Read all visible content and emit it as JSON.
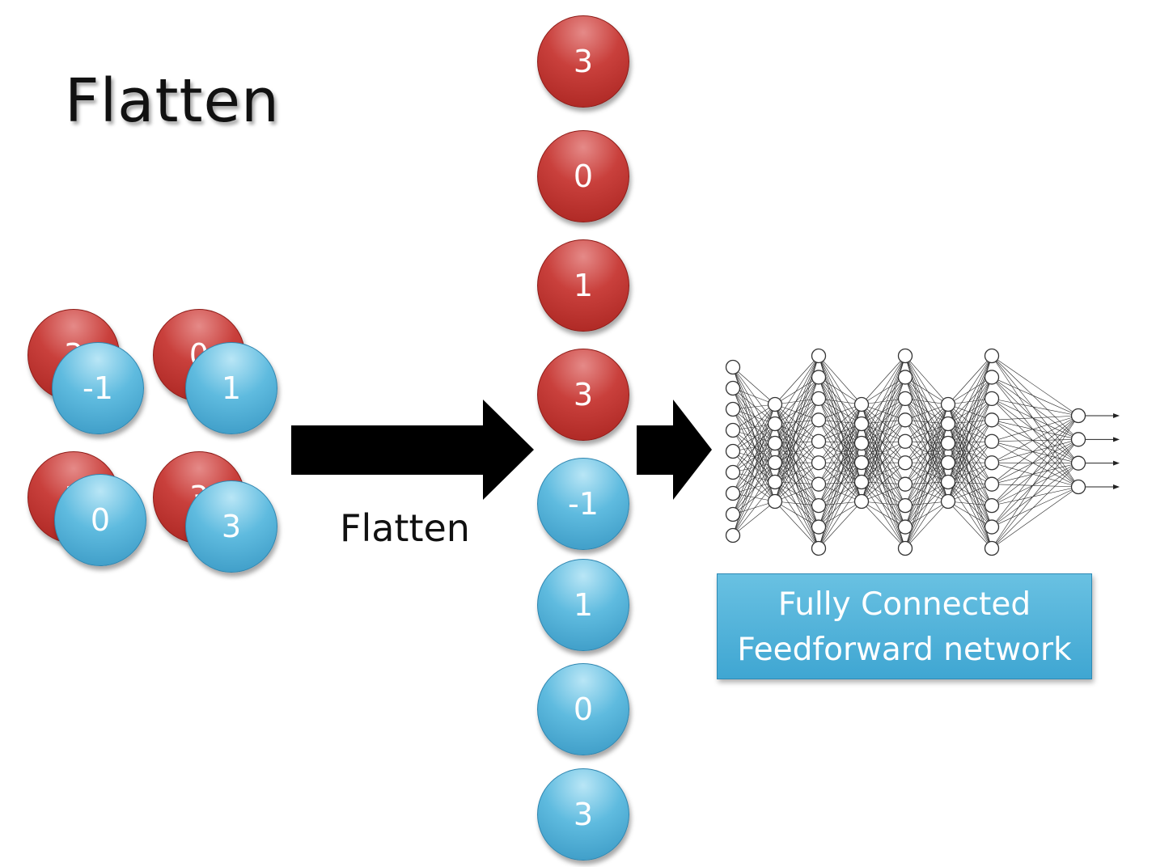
{
  "title": "Flatten",
  "arrow_label": "Flatten",
  "feature_maps": {
    "red_labels": [
      "3",
      "0",
      "1",
      "3"
    ],
    "blue_labels": [
      "-1",
      "1",
      "0",
      "3"
    ]
  },
  "flattened_vector": [
    "3",
    "0",
    "1",
    "3",
    "-1",
    "1",
    "0",
    "3"
  ],
  "fc_box": {
    "line1": "Fully Connected",
    "line2": "Feedforward network"
  },
  "colors": {
    "red_node": "#c9403c",
    "blue_node": "#5fbbdf",
    "arrow": "#000000",
    "box": "#4fb2da"
  }
}
